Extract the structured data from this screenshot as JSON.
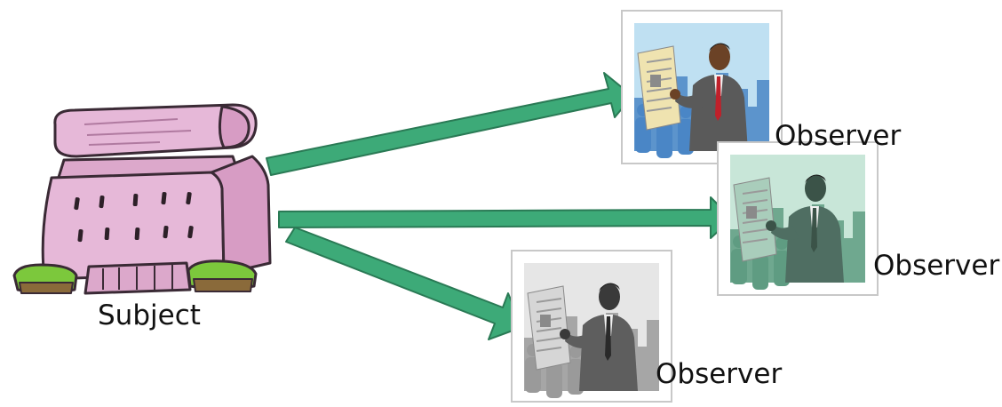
{
  "subject": {
    "label": "Subject",
    "colors": {
      "body": "#e6b8d8",
      "outline": "#3a2a35",
      "grass": "#7cc83c",
      "pot": "#8a6a3a"
    }
  },
  "observers": [
    {
      "label": "Observer",
      "tone": "color"
    },
    {
      "label": "Observer",
      "tone": "teal"
    },
    {
      "label": "Observer",
      "tone": "gray"
    }
  ],
  "arrows": {
    "color": "#3daa78",
    "outline": "#2a7a55",
    "count": 3
  },
  "tones": {
    "color": {
      "sky": "#bfe0f2",
      "city": "#4a86c6",
      "suit": "#5a5a5a",
      "skin": "#6b4226",
      "paper": "#efe3b0",
      "tie": "#c0202a"
    },
    "teal": {
      "sky": "#c8e6d8",
      "city": "#5f9c82",
      "suit": "#4f6e62",
      "skin": "#3b5348",
      "paper": "#a9cdbb",
      "tie": "#3b5348"
    },
    "gray": {
      "sky": "#e6e6e6",
      "city": "#9a9a9a",
      "suit": "#5e5e5e",
      "skin": "#3a3a3a",
      "paper": "#d6d6d6",
      "tie": "#2a2a2a"
    }
  }
}
